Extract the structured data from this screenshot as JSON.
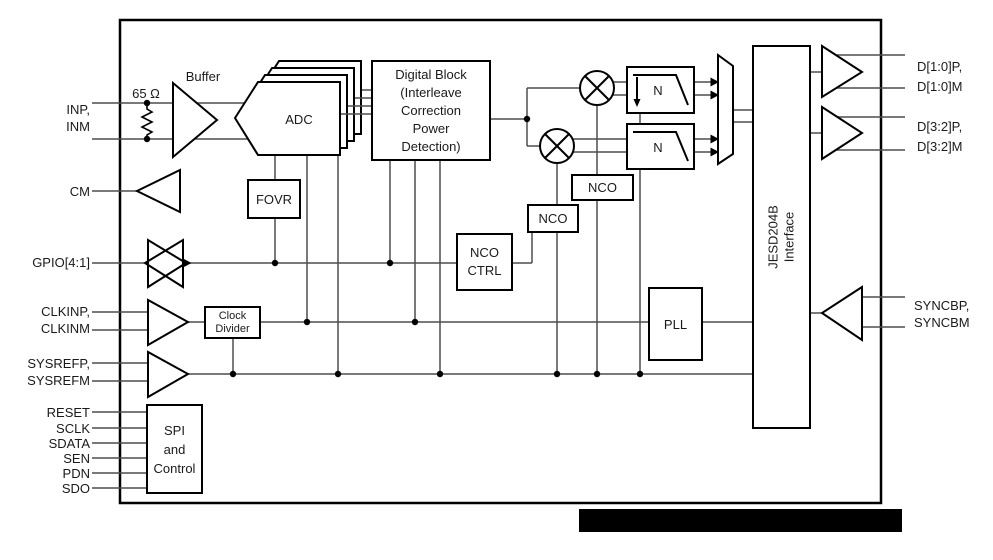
{
  "figure_type": "ADC functional block diagram",
  "colors": {
    "background": "#ffffff",
    "ink": "#000000",
    "wire": "#4d4d4d",
    "redaction": "#000000"
  },
  "pins": {
    "inp_inm": "INP,\nINM",
    "cm": "CM",
    "gpio": "GPIO[4:1]",
    "clkin": "CLKINP,\nCLKINM",
    "sysref": "SYSREFP,\nSYSREFM",
    "reset": "RESET",
    "sclk": "SCLK",
    "sdata": "SDATA",
    "sen": "SEN",
    "pdn": "PDN",
    "sdo": "SDO",
    "d10": "D[1:0]P,\nD[1:0]M",
    "d32": "D[3:2]P,\nD[3:2]M",
    "syncb": "SYNCBP,\nSYNCBM"
  },
  "blocks": {
    "termination": "65 Ω",
    "buffer": "Buffer",
    "adc": "ADC",
    "fovr": "FOVR",
    "digital_block": "Digital Block\n(Interleave\nCorrection\nPower\nDetection)",
    "nco_ctrl": "NCO\nCTRL",
    "nco_a": "NCO",
    "nco_b": "NCO",
    "decimation_a": "N",
    "decimation_b": "N",
    "clock_divider": "Clock\nDivider",
    "pll": "PLL",
    "spi": "SPI\nand\nControl",
    "jesd": "JESD204B\nInterface"
  },
  "symbols": [
    "amplifier-buffer-icon",
    "bidirectional-buffer-icon",
    "resistor-icon",
    "adc-stack-icon",
    "mixer-icon",
    "decimation-filter-icon",
    "mux-icon",
    "junction-dot-icon",
    "redaction-bar"
  ]
}
